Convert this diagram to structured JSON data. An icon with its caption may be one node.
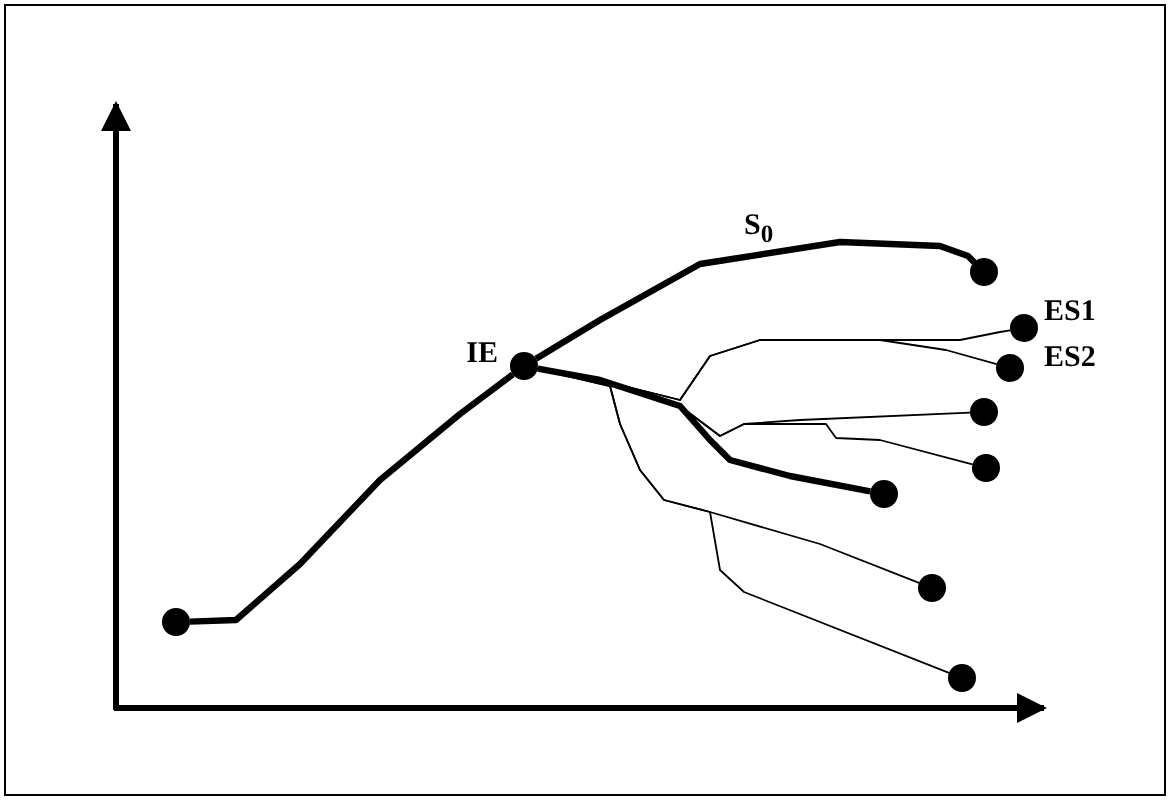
{
  "diagram": {
    "nodes": [
      {
        "text": [],
        "shape": "circle"
      },
      {
        "text": [],
        "shape": "circle",
        "beside": [
          "IE"
        ]
      },
      {
        "text": [],
        "shape": "circle"
      },
      {
        "text": [],
        "shape": "circle",
        "beside": [
          "ES1"
        ]
      },
      {
        "text": [],
        "shape": "circle",
        "beside": [
          "ES2"
        ]
      },
      {
        "text": [],
        "shape": "circle"
      },
      {
        "text": [],
        "shape": "circle"
      },
      {
        "text": [],
        "shape": "circle"
      },
      {
        "text": [],
        "shape": "circle"
      },
      {
        "text": [],
        "shape": "circle"
      }
    ],
    "edges": [
      {
        "from": 0,
        "to": 1,
        "arrow": "none",
        "style": "thick"
      },
      {
        "from": 1,
        "to": 2,
        "arrow": "none",
        "style": "thick",
        "label": "S$_{0}$"
      },
      {
        "from": 1,
        "to": 3,
        "arrow": "none"
      },
      {
        "from": 1,
        "to": 4,
        "arrow": "none"
      },
      {
        "from": 1,
        "to": 5,
        "arrow": "none"
      },
      {
        "from": 1,
        "to": 6,
        "arrow": "none"
      },
      {
        "from": 1,
        "to": 7,
        "arrow": "none",
        "style": "thick"
      },
      {
        "from": 1,
        "to": 8,
        "arrow": "none"
      },
      {
        "from": 1,
        "to": 9,
        "arrow": "none"
      }
    ]
  }
}
